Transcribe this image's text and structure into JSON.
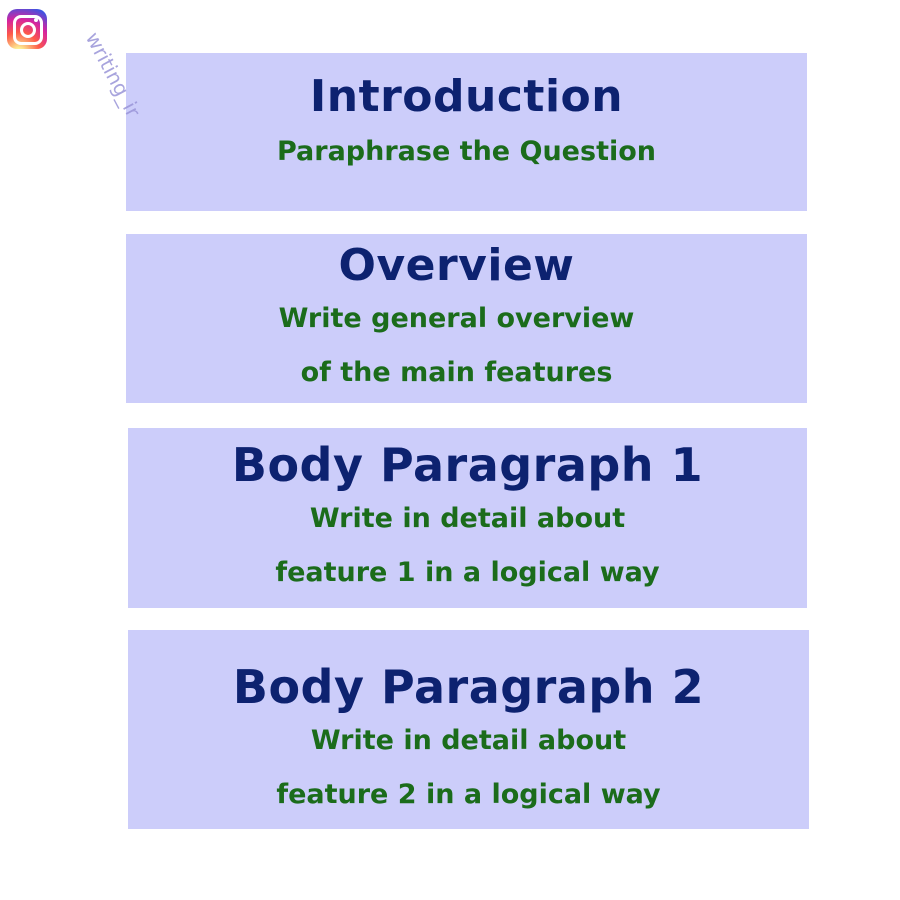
{
  "watermark": {
    "text": "writing_ir"
  },
  "icons": {
    "corner_logo": "instagram-icon"
  },
  "colors": {
    "box_background": "#cccdfa",
    "title": "#0d2270",
    "description": "#1b6c1b"
  },
  "sections": [
    {
      "title": "Introduction",
      "lines": [
        "Paraphrase the Question"
      ]
    },
    {
      "title": "Overview",
      "lines": [
        "Write general overview",
        "of the main features"
      ]
    },
    {
      "title": "Body Paragraph 1",
      "lines": [
        "Write in detail about",
        "feature 1 in a logical way"
      ]
    },
    {
      "title": "Body Paragraph 2",
      "lines": [
        "Write in detail about",
        "feature 2 in a logical way"
      ]
    }
  ]
}
